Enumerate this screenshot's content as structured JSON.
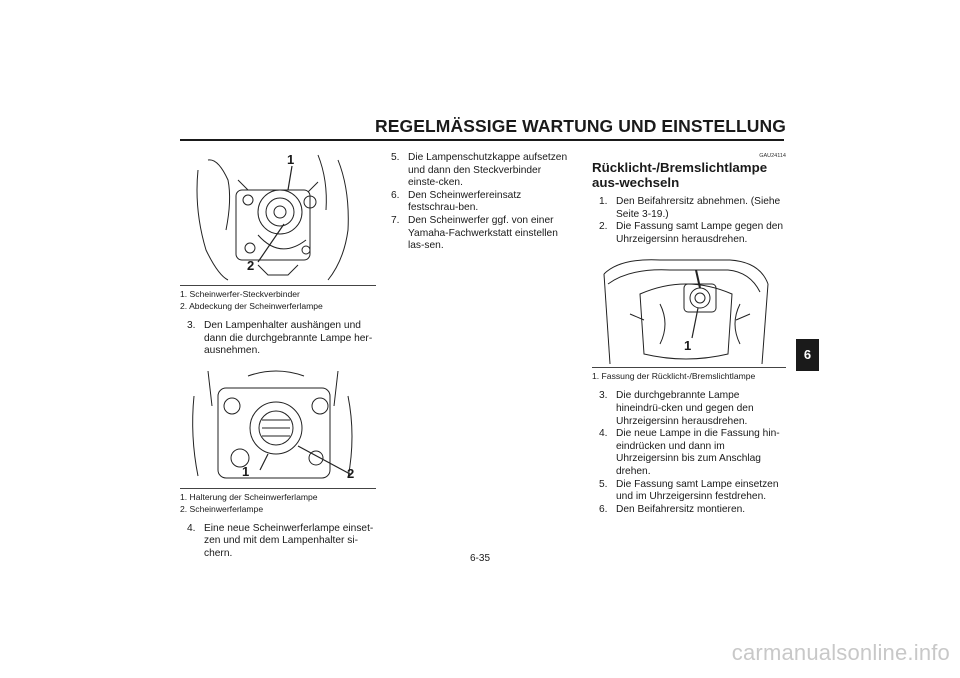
{
  "header": {
    "title": "REGELMÄSSIGE WARTUNG UND EINSTELLUNG"
  },
  "left_column": {
    "figure1": {
      "labels": [
        "1",
        "2"
      ],
      "captions": [
        "1. Scheinwerfer-Steckverbinder",
        "2. Abdeckung der Scheinwerferlampe"
      ]
    },
    "step3": {
      "num": "3.",
      "text": "Den Lampenhalter aushängen und dann die durchgebrannte Lampe her-ausnehmen."
    },
    "figure2": {
      "labels": [
        "1",
        "2"
      ],
      "captions": [
        "1. Halterung der Scheinwerferlampe",
        "2. Scheinwerferlampe"
      ]
    },
    "step4": {
      "num": "4.",
      "text": "Eine neue Scheinwerferlampe einset-zen und mit dem Lampenhalter si-chern."
    }
  },
  "middle_column": {
    "steps": [
      {
        "num": "5.",
        "text": "Die Lampenschutzkappe aufsetzen und dann den Steckverbinder einste-cken."
      },
      {
        "num": "6.",
        "text": "Den Scheinwerfereinsatz festschrau-ben."
      },
      {
        "num": "7.",
        "text": "Den Scheinwerfer ggf. von einer Yamaha-Fachwerkstatt einstellen las-sen."
      }
    ]
  },
  "right_column": {
    "section_code": "GAU24114",
    "section_title": "Rücklicht-/Bremslichtlampe aus-wechseln",
    "steps_a": [
      {
        "num": "1.",
        "text": "Den Beifahrersitz abnehmen. (Siehe Seite 3-19.)"
      },
      {
        "num": "2.",
        "text": "Die Fassung samt Lampe gegen den Uhrzeigersinn herausdrehen."
      }
    ],
    "figure3": {
      "label": "1",
      "caption": "1. Fassung der Rücklicht-/Bremslichtlampe"
    },
    "steps_b": [
      {
        "num": "3.",
        "text": "Die durchgebrannte Lampe hineindrü-cken und gegen den Uhrzeigersinn herausdrehen."
      },
      {
        "num": "4.",
        "text": "Die neue Lampe in die Fassung hin-eindrücken und dann im Uhrzeigersinn bis zum Anschlag drehen."
      },
      {
        "num": "5.",
        "text": "Die Fassung samt Lampe einsetzen und im Uhrzeigersinn festdrehen."
      },
      {
        "num": "6.",
        "text": "Den Beifahrersitz montieren."
      }
    ]
  },
  "chapter_tab": "6",
  "footer": {
    "page_number": "6-35"
  },
  "watermark": "carmanualsonline.info"
}
